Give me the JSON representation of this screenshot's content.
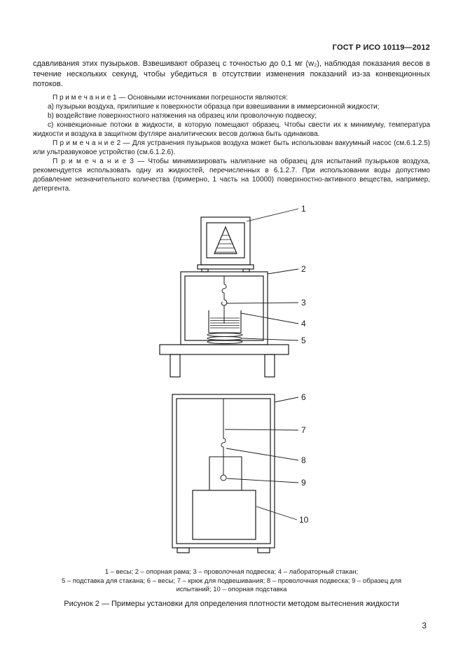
{
  "page": {
    "header": "ГОСТ Р ИСО 10119—2012",
    "page_number": "3"
  },
  "body": {
    "para_main": "сдавливания этих пузырьков. Взвешивают образец с точностью до 0,1 мг (w₂), наблюдая показания весов в течение нескольких секунд, чтобы убедиться в отсутствии изменения показаний из-за конвекционных потоков.",
    "note1_title": "П р и м е ч а н и е  1 — Основными источниками погрешности являются:",
    "note1_items": [
      "a) пузырьки воздуха, прилипшие к поверхности образца при взвешивании в иммерсионной жидкости;",
      "b) воздействие поверхностного натяжения на образец или проволочную подвеску;",
      "c) конвекционные потоки в жидкости, в которую помещают образец. Чтобы свести их к минимуму, температура жидкости и воздуха в защитном футляре аналитических весов должна быть одинакова."
    ],
    "note2": "П р и м е ч а н и е  2 — Для устранения пузырьков воздуха может быть использован вакуумный насос (см.6.1.2.5) или ультразвуковое устройство (см.6.1.2.6).",
    "note3": "П р и м е ч а н и е  3 — Чтобы минимизировать налипание на образец для испытаний пузырьков воздуха, рекомендуется использовать одну из жидкостей, перечисленных в 6.1.2.7. При использовании воды допустимо добавление незначительного количества (примерно, 1 часть на 10000) поверхностно-активного вещества, например, детергента."
  },
  "figure": {
    "callouts_fig1": [
      "1",
      "2",
      "3",
      "4",
      "5"
    ],
    "callouts_fig2": [
      "6",
      "7",
      "8",
      "9",
      "10"
    ],
    "legend_line1": "1 – весы; 2 – опорная рама; 3 – проволочная подвеска; 4 – лабораторный стакан;",
    "legend_line2": "5 – подставка для стакана; 6 – весы; 7 – крюк для подвешивания; 8 – проволочная подвеска; 9 – образец для",
    "legend_line3": "испытаний; 10 – опорная подставка",
    "caption": "Рисунок 2 — Примеры установки для определения плотности методом вытеснения жидкости"
  }
}
